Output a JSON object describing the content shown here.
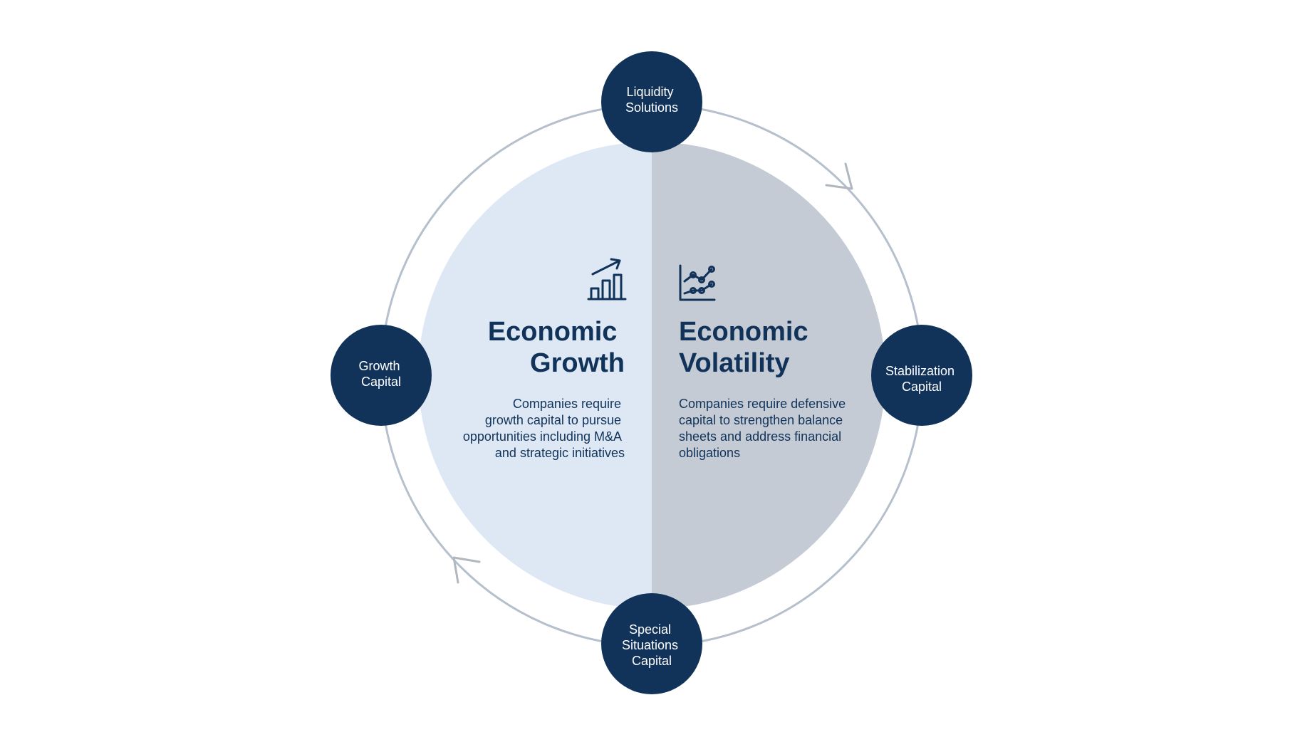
{
  "colors": {
    "navy": "#11335a",
    "left_half": "#dde8f4",
    "right_half": "#c4cbd4",
    "ring": "#b6c0cc",
    "arrow": "#b0b7bf",
    "background": "#ffffff",
    "node_text": "#ffffff"
  },
  "left": {
    "icon": "growth-bar-chart-icon",
    "title_lines": [
      "Economic",
      "Growth"
    ],
    "desc_lines": [
      "Companies require",
      "growth capital to pursue",
      "opportunities including M&A",
      "and strategic initiatives"
    ]
  },
  "right": {
    "icon": "volatility-line-chart-icon",
    "title_lines": [
      "Economic",
      "Volatility"
    ],
    "desc_lines": [
      "Companies require defensive",
      "capital to strengthen balance",
      "sheets and address financial",
      "obligations"
    ]
  },
  "nodes": [
    {
      "id": "liquidity-solutions",
      "lines": [
        "Liquidity",
        "Solutions"
      ]
    },
    {
      "id": "stabilization-capital",
      "lines": [
        "Stabilization",
        "Capital"
      ]
    },
    {
      "id": "special-situations-capital",
      "lines": [
        "Special",
        "Situations",
        "Capital"
      ]
    },
    {
      "id": "growth-capital",
      "lines": [
        "Growth",
        "Capital"
      ]
    }
  ]
}
